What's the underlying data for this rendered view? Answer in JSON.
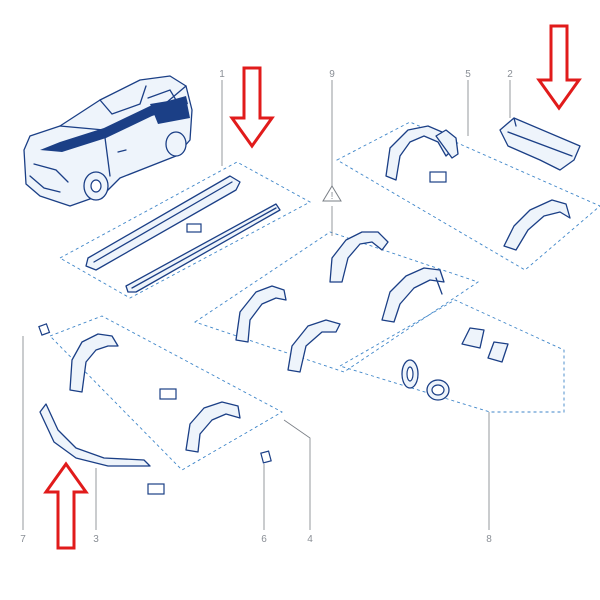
{
  "callouts": {
    "c1": "1",
    "c2": "2",
    "c3": "3",
    "c4": "4",
    "c5": "5",
    "c6": "6",
    "c7": "7",
    "c8": "8",
    "c9": "9"
  },
  "warning_symbol": "!",
  "colors": {
    "part_stroke": "#1b3f86",
    "part_fill": "#eef4fb",
    "dashed_outline": "#3f86c9",
    "callout_text": "#8a8f96",
    "arrow": "#e11b1b"
  }
}
